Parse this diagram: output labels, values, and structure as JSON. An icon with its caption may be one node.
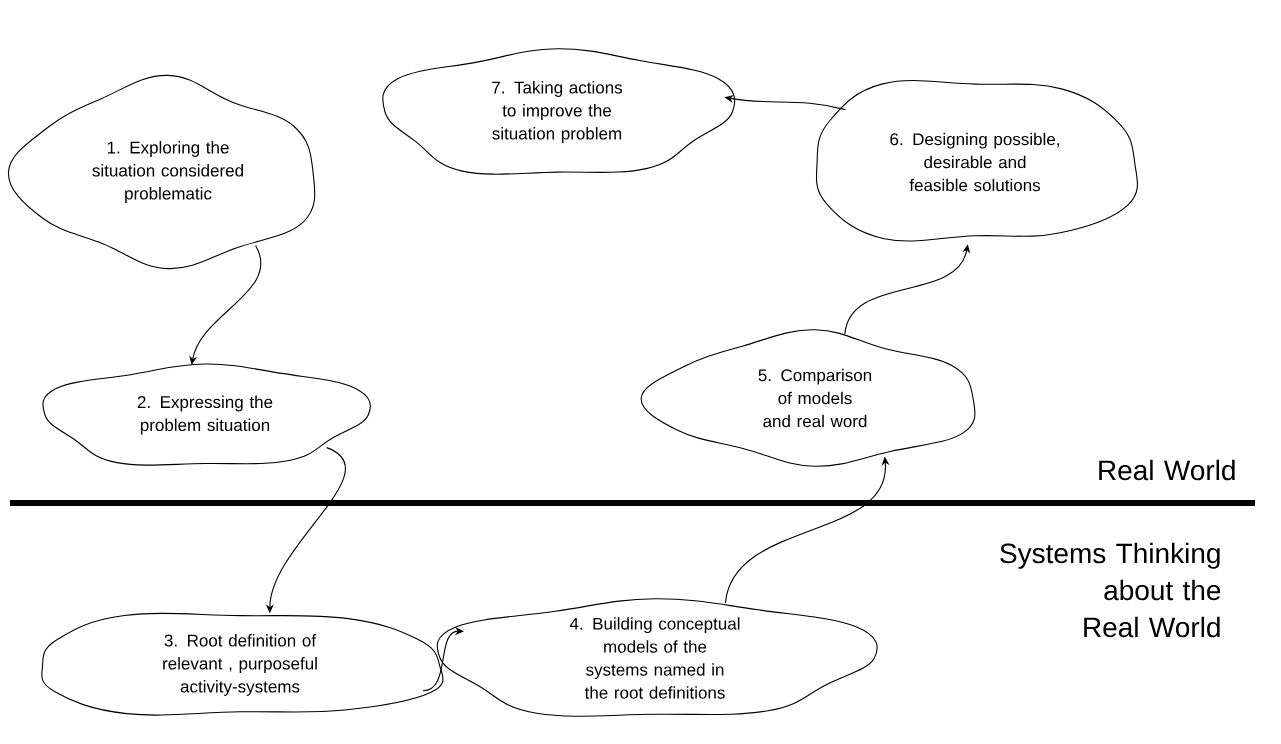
{
  "diagram": {
    "nodes": [
      {
        "text": [
          "1. Exploring the situation considered problematic"
        ]
      },
      {
        "text": [
          "2. Expressing the problem situation"
        ]
      },
      {
        "text": [
          "3. Root definition of relevant , purposeful activity-systems"
        ]
      },
      {
        "text": [
          "4. Building conceptual models of the systems named in the root definitions"
        ]
      },
      {
        "text": [
          "5. Comparison of models and real word"
        ]
      },
      {
        "text": [
          "6. Designing possible, desirable and feasible solutions"
        ]
      },
      {
        "text": [
          "7. Taking actions to improve the situation problem"
        ]
      }
    ],
    "edges": [
      {
        "from": 0,
        "to": 1,
        "arrow": "to"
      },
      {
        "from": 1,
        "to": 2,
        "arrow": "to"
      },
      {
        "from": 2,
        "to": 3,
        "arrow": "to"
      },
      {
        "from": 3,
        "to": 4,
        "arrow": "to"
      },
      {
        "from": 4,
        "to": 5,
        "arrow": "to"
      },
      {
        "from": 5,
        "to": 6,
        "arrow": "to"
      }
    ],
    "labels": [
      "Real World",
      "Systems Thinking about the Real World"
    ]
  }
}
